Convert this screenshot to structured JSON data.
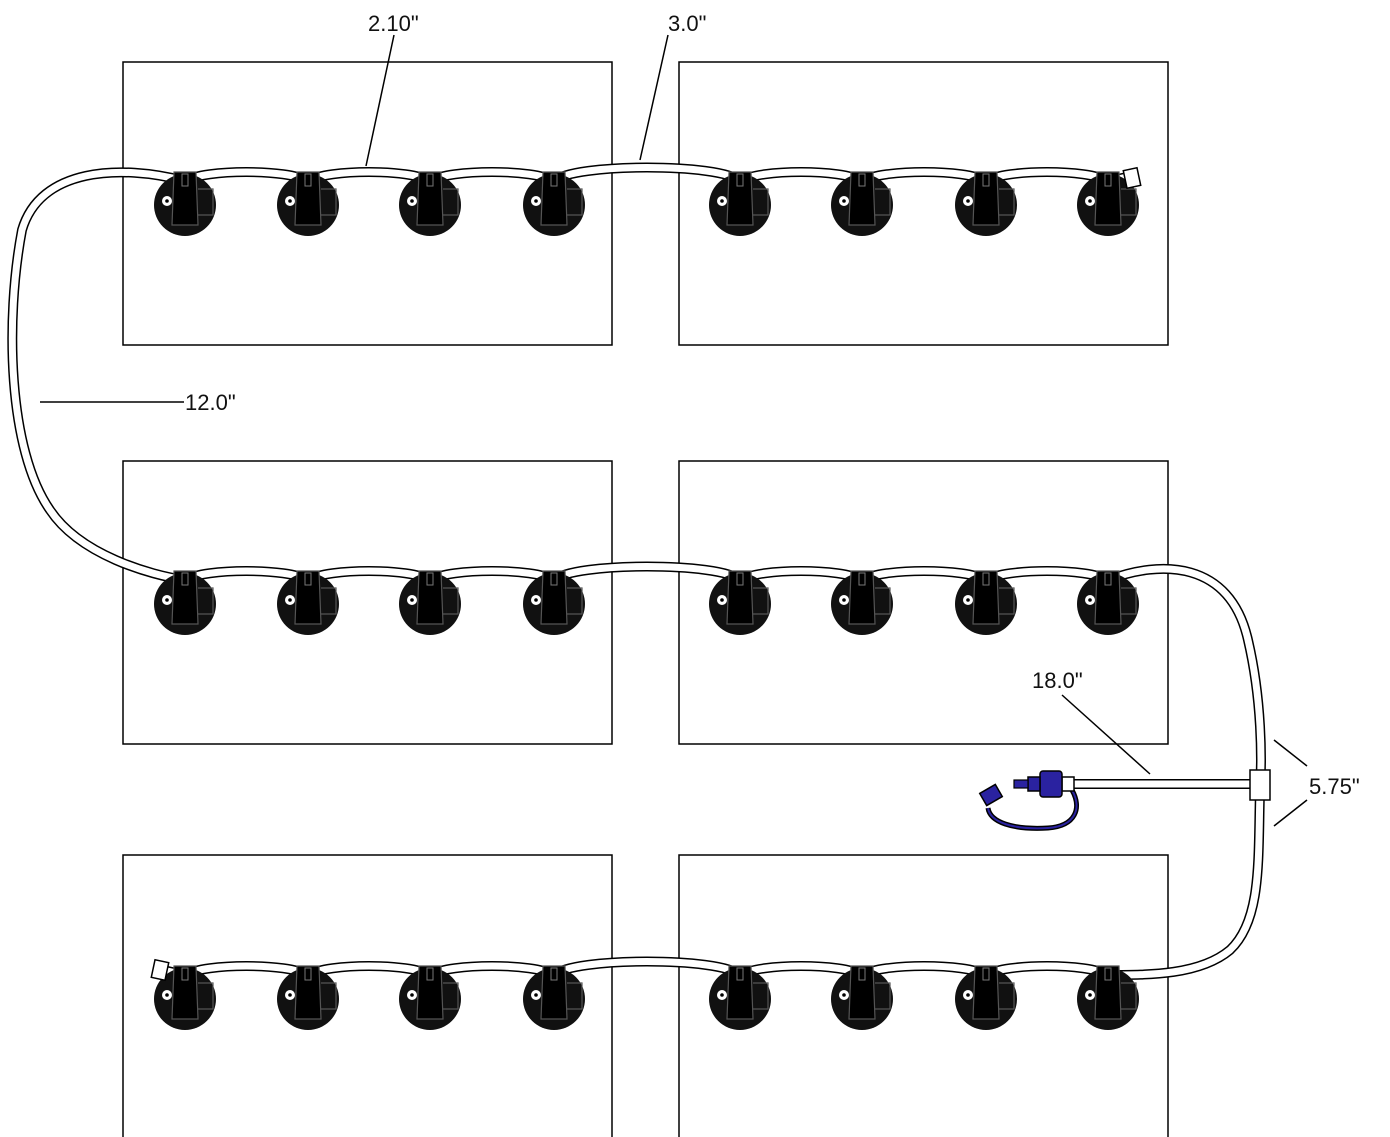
{
  "dimensions": {
    "segment_between_cells": "2.10\"",
    "segment_between_batteries": "3.0\"",
    "segment_between_rows": "12.0\"",
    "segment_to_fill_nozzle": "18.0\"",
    "segment_to_tee": "5.75\""
  },
  "colors": {
    "cell_cap": "#111111",
    "tube": "#ffffff",
    "fill_nozzle": "#2a22a0",
    "outline": "#000000"
  },
  "icons": {
    "cell_cap": "float-valve-cap-icon",
    "tee": "tee-connector-icon",
    "nozzle": "quick-connect-fill-nozzle-icon",
    "end_plug": "tube-end-plug-icon"
  }
}
